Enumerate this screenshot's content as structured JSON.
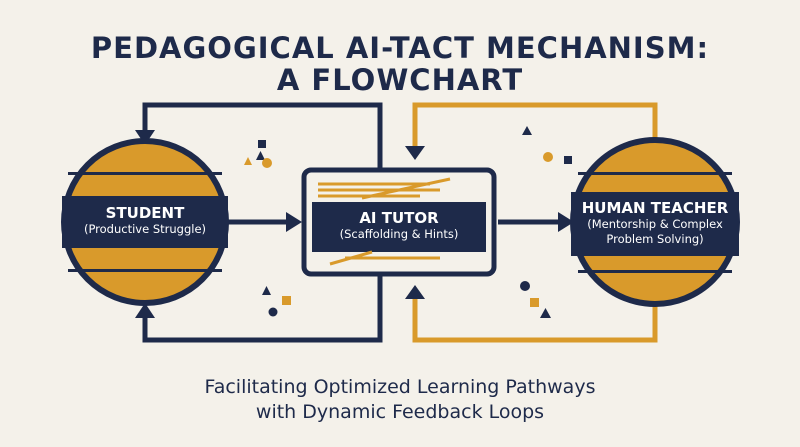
{
  "title": {
    "line1": "PEDAGOGICAL AI-TACT MECHANISM:",
    "line2": "A FLOWCHART"
  },
  "nodes": {
    "student": {
      "name": "STUDENT",
      "sub": "(Productive Struggle)"
    },
    "tutor": {
      "name": "AI TUTOR",
      "sub": "(Scaffolding & Hints)"
    },
    "teacher": {
      "name": "HUMAN TEACHER",
      "sub_line1": "(Mentorship & Complex",
      "sub_line2": "Problem Solving)"
    }
  },
  "subtitle": {
    "line1": "Facilitating Optimized Learning Pathways",
    "line2": "with Dynamic Feedback Loops"
  },
  "colors": {
    "navy": "#1e2a4a",
    "gold": "#d99a2b",
    "background": "#f4f1ea"
  }
}
